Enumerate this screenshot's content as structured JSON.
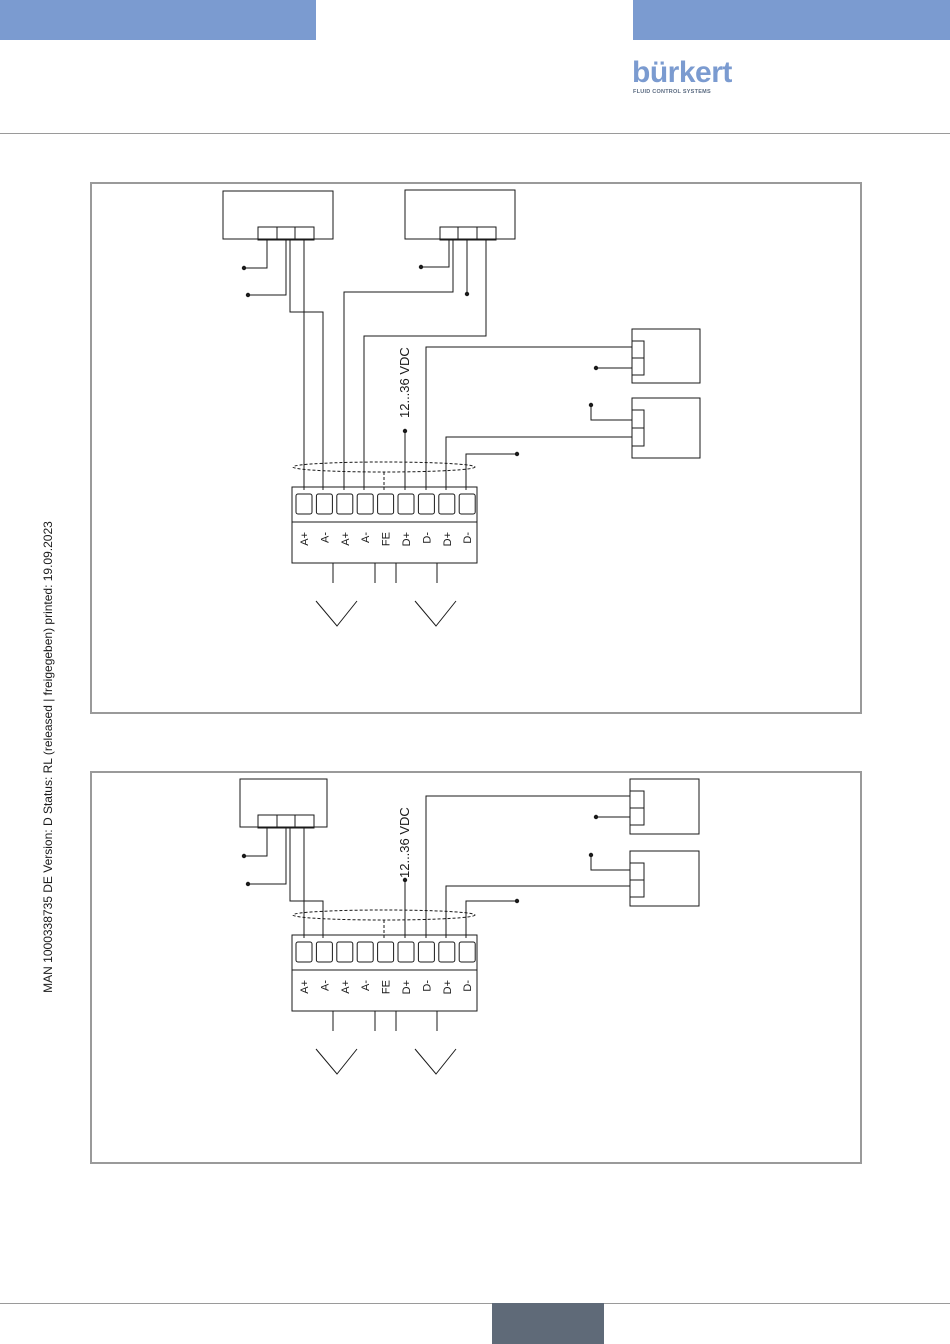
{
  "header": {
    "band_color": "#7b9bd0",
    "logo": {
      "word": "bürkert",
      "tagline": "FLUID CONTROL SYSTEMS",
      "color": "#7b9bd0",
      "tagline_color": "#5a6a80"
    }
  },
  "side_note": "MAN  1000338735  DE  Version: D Status: RL (released | freigegeben)  printed: 19.09.2023",
  "footer": {
    "page_tab_color": "#5f6a78"
  },
  "diagram_top": {
    "voltage_label": "12...36 VDC",
    "terminals": [
      "A+",
      "A-",
      "A+",
      "A-",
      "FE",
      "D+",
      "D-",
      "D+",
      "D-"
    ]
  },
  "diagram_bottom": {
    "voltage_label": "12...36 VDC",
    "terminals": [
      "A+",
      "A-",
      "A+",
      "A-",
      "FE",
      "D+",
      "D-",
      "D+",
      "D-"
    ]
  },
  "colors": {
    "line": "#1a1a1a",
    "panel_border": "#9a9a9a",
    "rule": "#9a9a9a"
  }
}
